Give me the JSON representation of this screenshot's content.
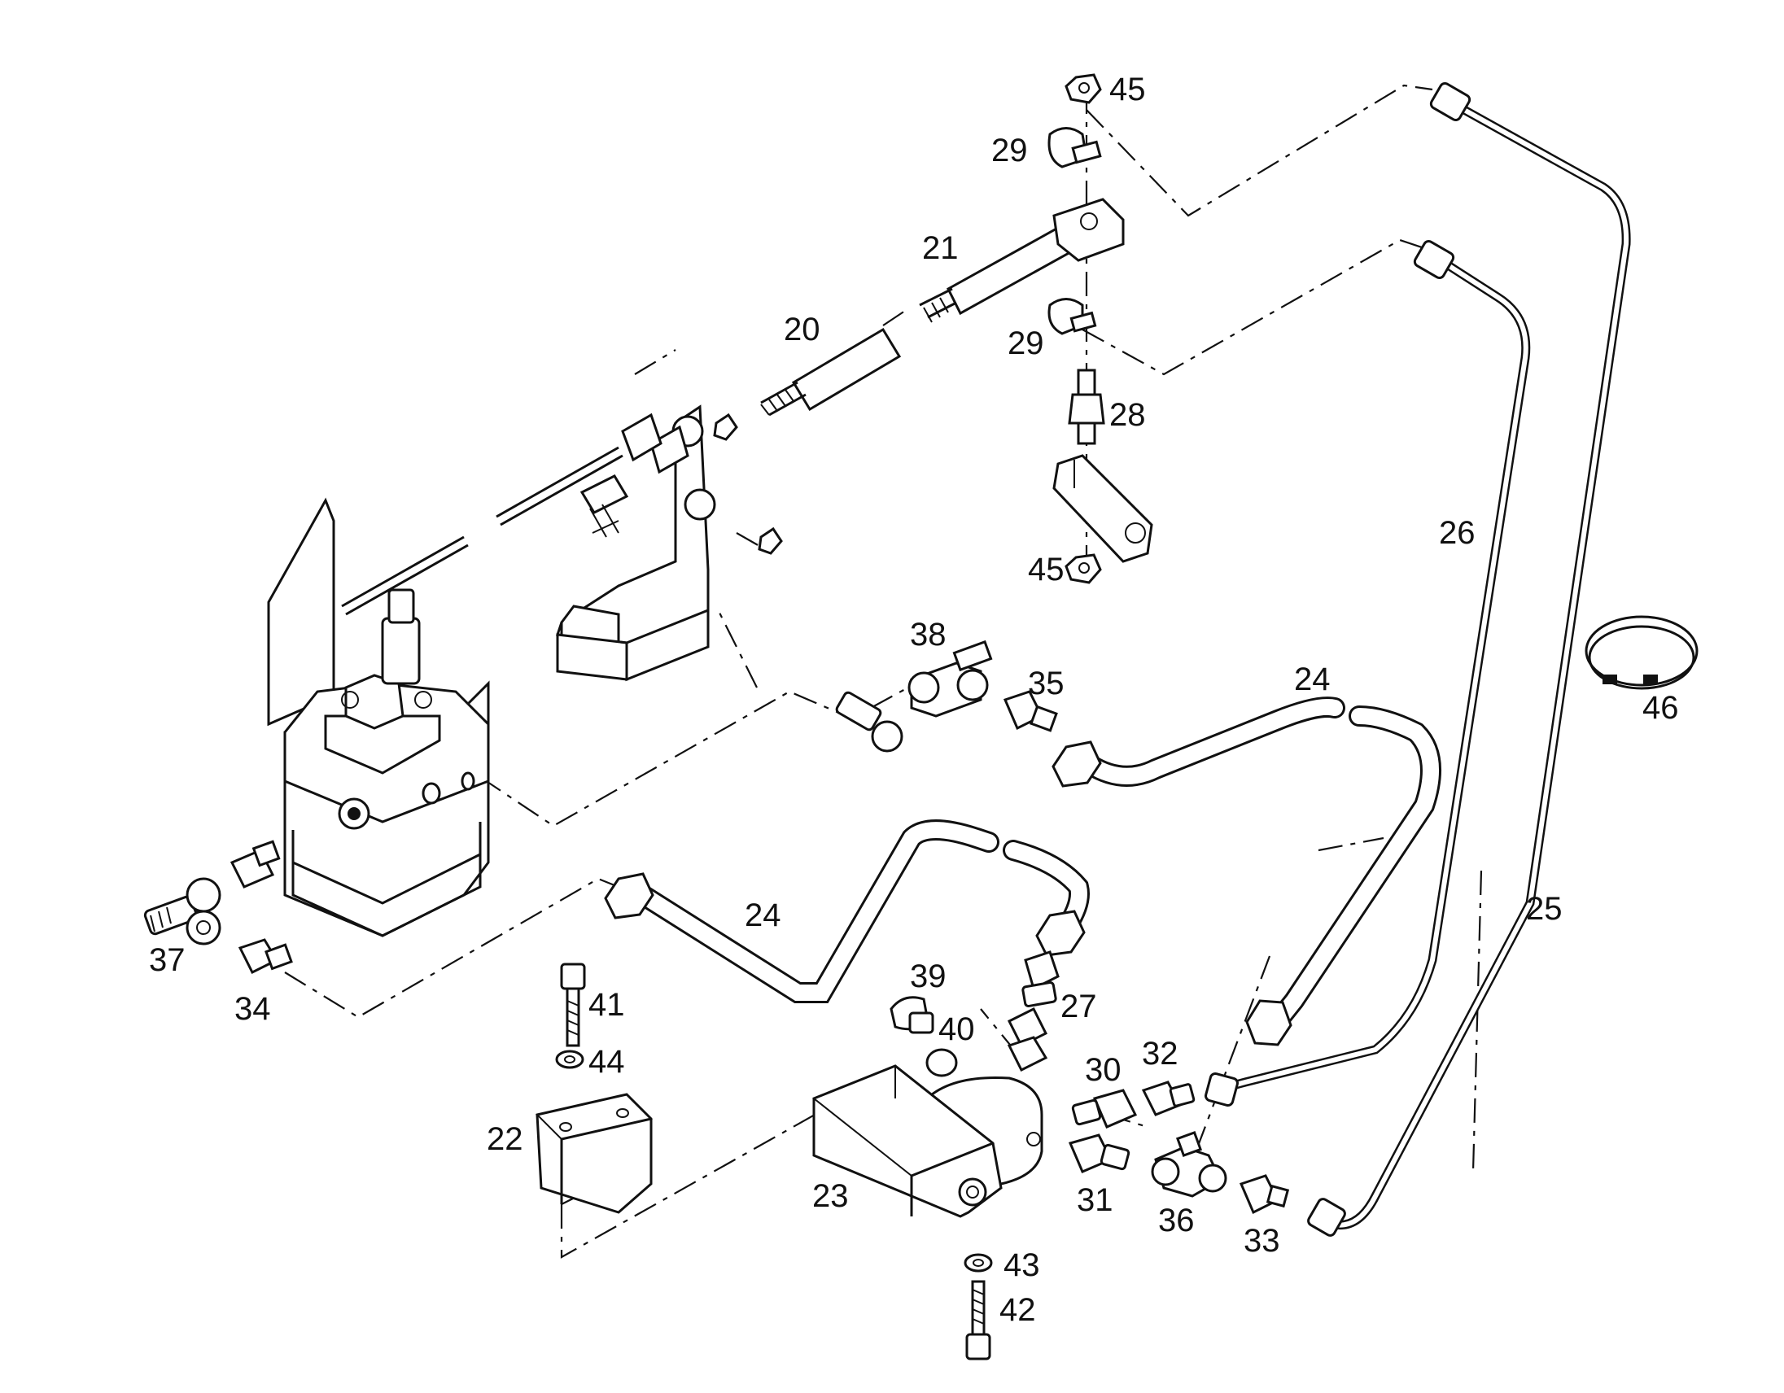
{
  "callouts": {
    "c20": "20",
    "c21": "21",
    "c22": "22",
    "c23": "23",
    "c24a": "24",
    "c24b": "24",
    "c25": "25",
    "c26": "26",
    "c27": "27",
    "c28": "28",
    "c29a": "29",
    "c29b": "29",
    "c30": "30",
    "c31": "31",
    "c32": "32",
    "c33": "33",
    "c34": "34",
    "c35": "35",
    "c36": "36",
    "c37": "37",
    "c38": "38",
    "c39": "39",
    "c40": "40",
    "c41": "41",
    "c42": "42",
    "c43": "43",
    "c44": "44",
    "c45a": "45",
    "c45b": "45",
    "c46": "46"
  }
}
